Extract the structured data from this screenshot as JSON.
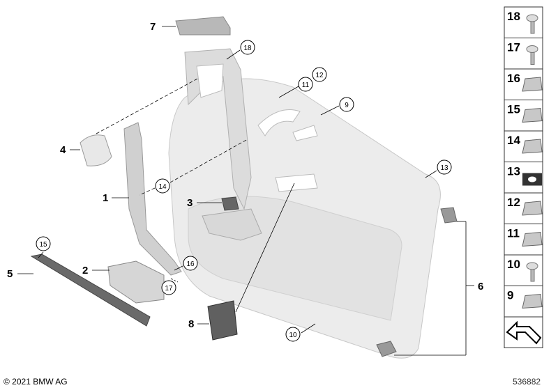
{
  "diagram": {
    "callouts": [
      {
        "id": "7",
        "style": "plain"
      },
      {
        "id": "18",
        "style": "circle"
      },
      {
        "id": "11",
        "style": "circle"
      },
      {
        "id": "12",
        "style": "circle"
      },
      {
        "id": "9",
        "style": "circle"
      },
      {
        "id": "4",
        "style": "plain"
      },
      {
        "id": "1",
        "style": "plain"
      },
      {
        "id": "14",
        "style": "circle"
      },
      {
        "id": "13",
        "style": "circle"
      },
      {
        "id": "3",
        "style": "plain"
      },
      {
        "id": "15",
        "style": "circle"
      },
      {
        "id": "5",
        "style": "plain"
      },
      {
        "id": "2",
        "style": "plain"
      },
      {
        "id": "16",
        "style": "circle"
      },
      {
        "id": "17",
        "style": "circle"
      },
      {
        "id": "6",
        "style": "plain"
      },
      {
        "id": "8",
        "style": "plain"
      },
      {
        "id": "10",
        "style": "circle"
      }
    ],
    "parts_column": [
      "18",
      "17",
      "16",
      "15",
      "14",
      "13",
      "12",
      "11",
      "10",
      "9"
    ],
    "colors": {
      "part_fill": "#e4e4e4",
      "part_stroke": "#9a9a9a",
      "dark_part": "#555555",
      "line": "#000000"
    }
  },
  "footer": {
    "copyright": "© 2021 BMW AG",
    "doc_number": "536882"
  }
}
